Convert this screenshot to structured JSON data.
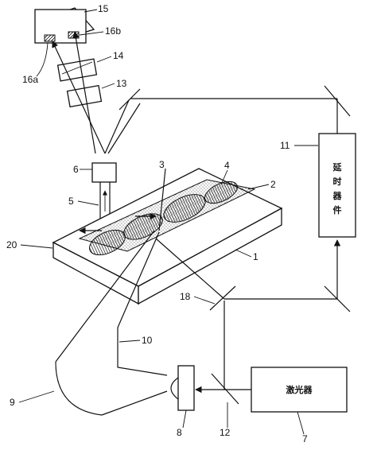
{
  "labels": {
    "n1": "1",
    "n2": "2",
    "n3": "3",
    "n4": "4",
    "n5": "5",
    "n6": "6",
    "n7": "7",
    "n8": "8",
    "n9": "9",
    "n10": "10",
    "n11": "11",
    "n12": "12",
    "n13": "13",
    "n14": "14",
    "n15": "15",
    "n16a": "16a",
    "n16b": "16b",
    "n18": "18",
    "n20": "20"
  },
  "laser_text": "激光器",
  "delay_chars": [
    "延",
    "时",
    "器",
    "件"
  ]
}
